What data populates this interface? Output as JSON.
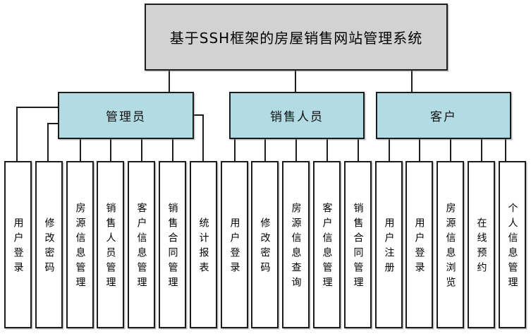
{
  "diagram": {
    "title": "基于SSH框架的房屋销售网站管理系统",
    "colors": {
      "title_fill": "#d2d2d2",
      "group_fill": "#b3dbe4",
      "leaf_fill": "#ffffff",
      "border": "#1c1c1c",
      "connector_line": "#1c1c1c"
    },
    "groups": [
      {
        "label": "管理员",
        "children": [
          "用户登录",
          "修改密码",
          "房源信息管理",
          "销售人员管理",
          "客户信息管理",
          "销售合同管理",
          "统计报表"
        ]
      },
      {
        "label": "销售人员",
        "children": [
          "用户登录",
          "修改密码",
          "房源信息查询",
          "客户信息管理",
          "销售合同管理"
        ]
      },
      {
        "label": "客户",
        "children": [
          "用户注册",
          "用户登录",
          "房源信息浏览",
          "在线预约",
          "个人信息管理"
        ]
      }
    ]
  }
}
